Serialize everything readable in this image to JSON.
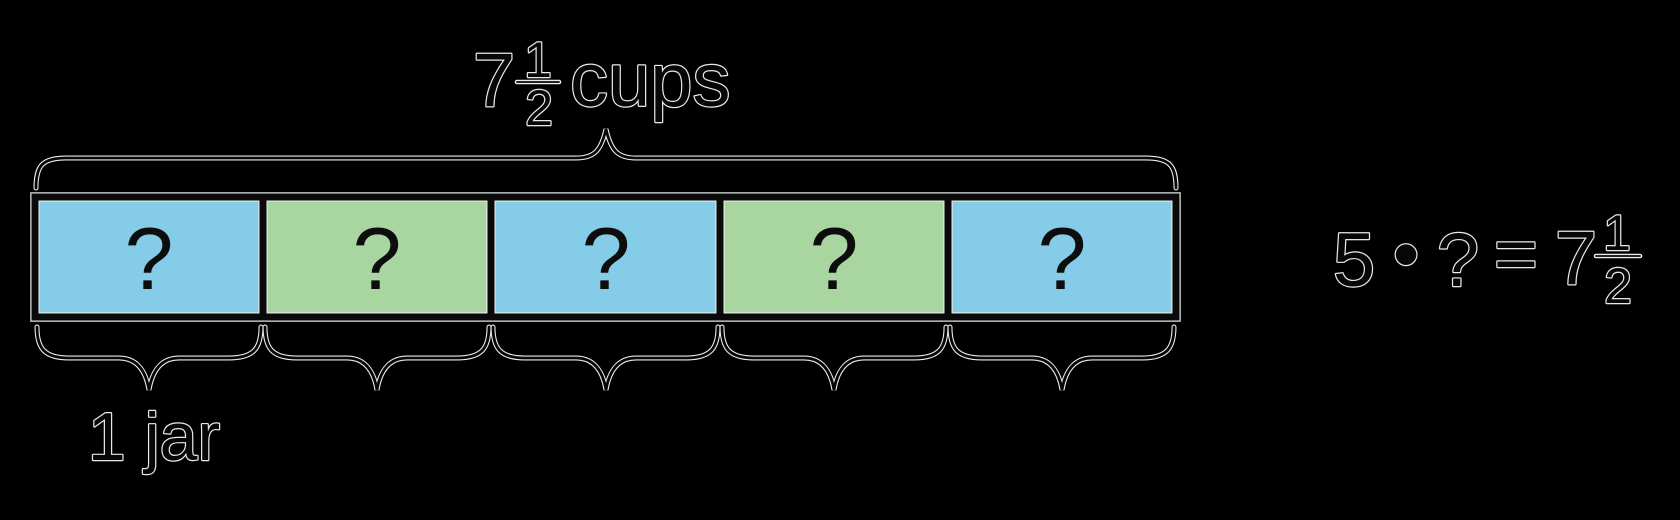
{
  "colors": {
    "background": "#000000",
    "blue": "#85cce9",
    "green": "#a9d5a0",
    "border": "#0a0a0a",
    "ink": "#070707",
    "halo": "#e9e9e9"
  },
  "top_label": {
    "whole": "7",
    "numerator": "1",
    "denominator": "2",
    "unit": "cups"
  },
  "tape": {
    "cells": [
      {
        "label": "?",
        "fill": "#85cce9"
      },
      {
        "label": "?",
        "fill": "#a9d5a0"
      },
      {
        "label": "?",
        "fill": "#85cce9"
      },
      {
        "label": "?",
        "fill": "#a9d5a0"
      },
      {
        "label": "?",
        "fill": "#85cce9"
      }
    ]
  },
  "jar_label": "1 jar",
  "equation": {
    "factor": "5",
    "operator": "•",
    "unknown": "?",
    "equals": "=",
    "result_whole": "7",
    "result_numerator": "1",
    "result_denominator": "2"
  }
}
